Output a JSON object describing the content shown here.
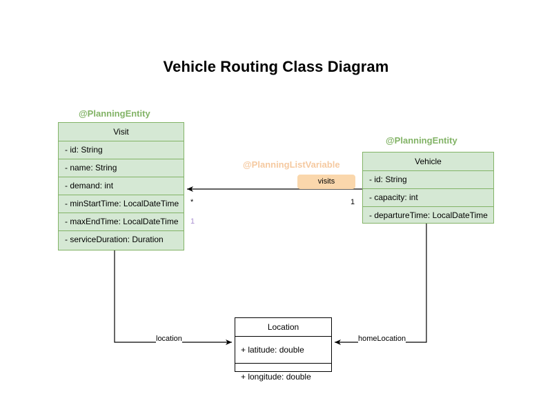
{
  "title": "Vehicle Routing Class Diagram",
  "classes": [
    {
      "name": "Visit",
      "annotation": "@PlanningEntity",
      "attributes": [
        "- id: String",
        "- name: String",
        "- demand: int",
        "- minStartTime: LocalDateTime",
        "- maxEndTime: LocalDateTime",
        "- serviceDuration: Duration"
      ]
    },
    {
      "name": "Vehicle",
      "annotation": "@PlanningEntity",
      "attributes": [
        "- id: String",
        "- capacity: int",
        "- departureTime: LocalDateTime"
      ]
    },
    {
      "name": "Location",
      "annotation": "",
      "attributes": [
        "+ latitude: double",
        "+ longitude: double"
      ]
    }
  ],
  "relationships": {
    "visits": {
      "annotation": "@PlanningListVariable",
      "role": "visits",
      "source_multiplicity": "1",
      "target_multiplicity": "*",
      "extra_multiplicity": "1"
    },
    "location": {
      "role": "location"
    },
    "home_location": {
      "role": "homeLocation"
    }
  },
  "colors": {
    "entity_fill": "#d5e8d4",
    "entity_border": "#82b366",
    "plain_fill": "#ffffff",
    "plain_border": "#000000",
    "annotation_entity": "#82b366",
    "annotation_listvar": "#f5c9a0",
    "badge_fill": "#fad7ac",
    "multiplicity_accent": "#a98fd0",
    "edge_stroke": "#000000"
  }
}
